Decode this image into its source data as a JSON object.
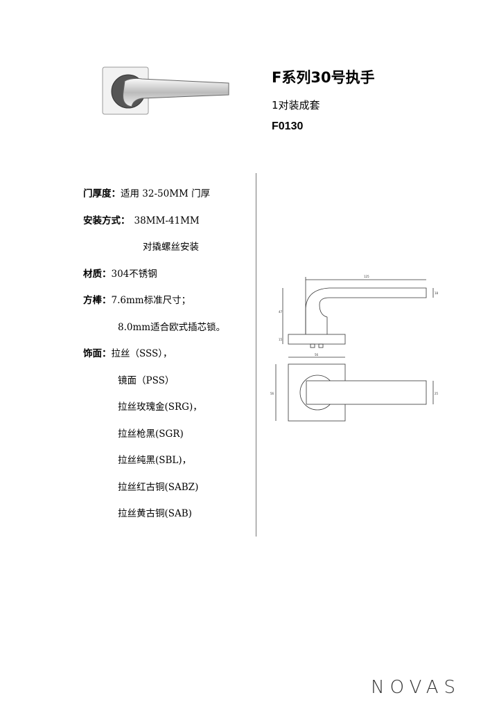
{
  "header": {
    "title": "F系列30号执手",
    "subtitle": "1对装成套",
    "code": "F0130"
  },
  "specs": [
    {
      "label": "门厚度：",
      "value": "适用 32-50MM 门厚"
    },
    {
      "label": "安装方式：",
      "value": "38MM-41MM"
    },
    {
      "label": "",
      "value": "对撬螺丝安装"
    },
    {
      "label": "材质：",
      "value": "304不锈钢"
    },
    {
      "label": "方棒：",
      "value": "7.6mm标准尺寸；"
    },
    {
      "label": "",
      "value": "8.0mm适合欧式插芯锁。"
    },
    {
      "label": "饰面：",
      "value": "拉丝（SSS），"
    },
    {
      "label": "",
      "value": "镜面（PSS）"
    },
    {
      "label": "",
      "value": "拉丝玫瑰金(SRG)，"
    },
    {
      "label": "",
      "value": "拉丝枪黑(SGR)"
    },
    {
      "label": "",
      "value": "拉丝纯黑(SBL)，"
    },
    {
      "label": "",
      "value": "拉丝红古铜(SABZ)"
    },
    {
      "label": "",
      "value": "拉丝黄古铜(SAB)"
    }
  ],
  "drawing": {
    "length": "125",
    "lever_thickness": "18",
    "height": "47",
    "rose_thickness": "15",
    "rose_width": "56",
    "rose_height": "56",
    "lever_width": "25"
  },
  "brand": "NOVAS"
}
